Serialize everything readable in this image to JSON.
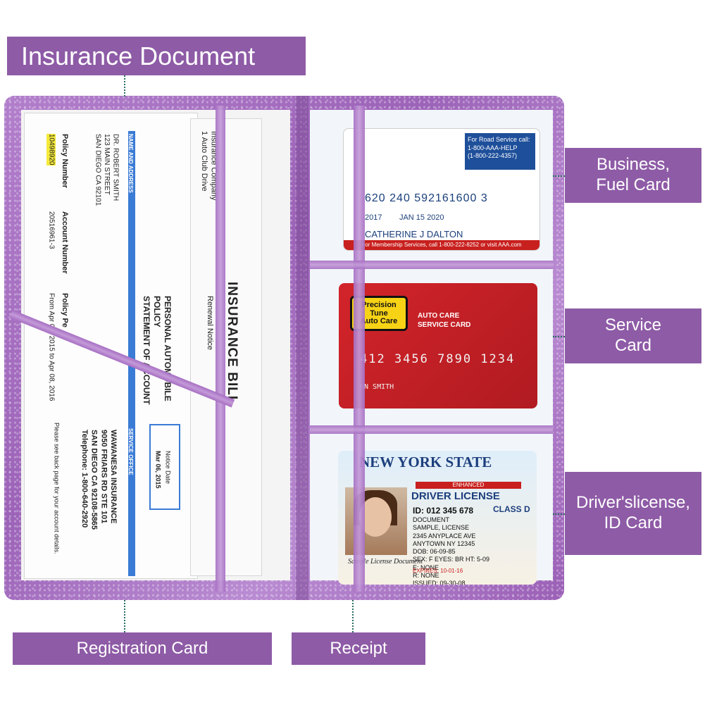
{
  "labels": {
    "insurance": "Insurance Document",
    "business": "Business,\nFuel Card",
    "service": "Service\nCard",
    "drivers": "Driver'slicense,\nID Card",
    "registration": "Registration Card",
    "receipt": "Receipt"
  },
  "colors": {
    "label_bg": "#8e5ba6",
    "wallet": "#a66fc2",
    "dash": "#2b6e60"
  },
  "policy_doc": {
    "name_heading": "NAME AND ADDRESS",
    "holder": "DR. ROBERT SMITH\n123 MAIN STREET\nSAN DIEGO CA 92101",
    "policy_number_label": "Policy Number",
    "policy_number": "10498920",
    "account_label": "Account Number",
    "account_number": "20516961-3",
    "period_label": "Policy Pe",
    "period": "From Apr 08, 2015 to Apr 08, 2016",
    "statement": "PERSONAL AUTOMOBILE\nPOLICY\nSTATEMENT OF ACCOUNT",
    "renewal": "Renewal Notice",
    "service_heading": "SERVICE OFFICE",
    "office": "WAWANESA INSURANCE\n9050 FRIARS RD STE 101\nSAN DIEGO CA 92108-5865\nTelephone: 1-800-640-2920",
    "notice_date_label": "Notice Date",
    "notice_date": "Mar 06, 2015",
    "back_note": "Please see back page for your account details."
  },
  "bill": {
    "title": "INSURANCE BILL",
    "company": "Insurance Company\n1 Auto Club Drive"
  },
  "aaa_card": {
    "road_service": "For Road Service call:\n1-800-AAA-HELP\n(1-800-222-4357)",
    "number": "620 240 592161600 3",
    "since": "2017",
    "valid": "JAN 15 2020",
    "name": "CATHERINE J DALTON",
    "footer": "For Membership Services, call 1-800-222-8252 or visit AAA.com"
  },
  "service_card": {
    "logo": "Precision\nTune\nAuto Care",
    "title": "AUTO CARE\nSERVICE CARD",
    "number": "412 3456 7890 1234",
    "name": "HN SMITH"
  },
  "license": {
    "state": "NEW YORK STATE",
    "enhanced": "ENHANCED",
    "type": "DRIVER LICENSE",
    "id": "ID: 012 345 678",
    "class": "CLASS D",
    "details": "DOCUMENT\nSAMPLE, LICENSE\n2345 ANYPLACE AVE\nANYTOWN NY 12345\nDOB: 06-09-85\nSEX: F  EYES: BR  HT: 5-09\nE: NONE\nR: NONE\nISSUED: 09-30-08",
    "expires": "EXPIRES: 10-01-16",
    "signature": "Sample License Document"
  }
}
